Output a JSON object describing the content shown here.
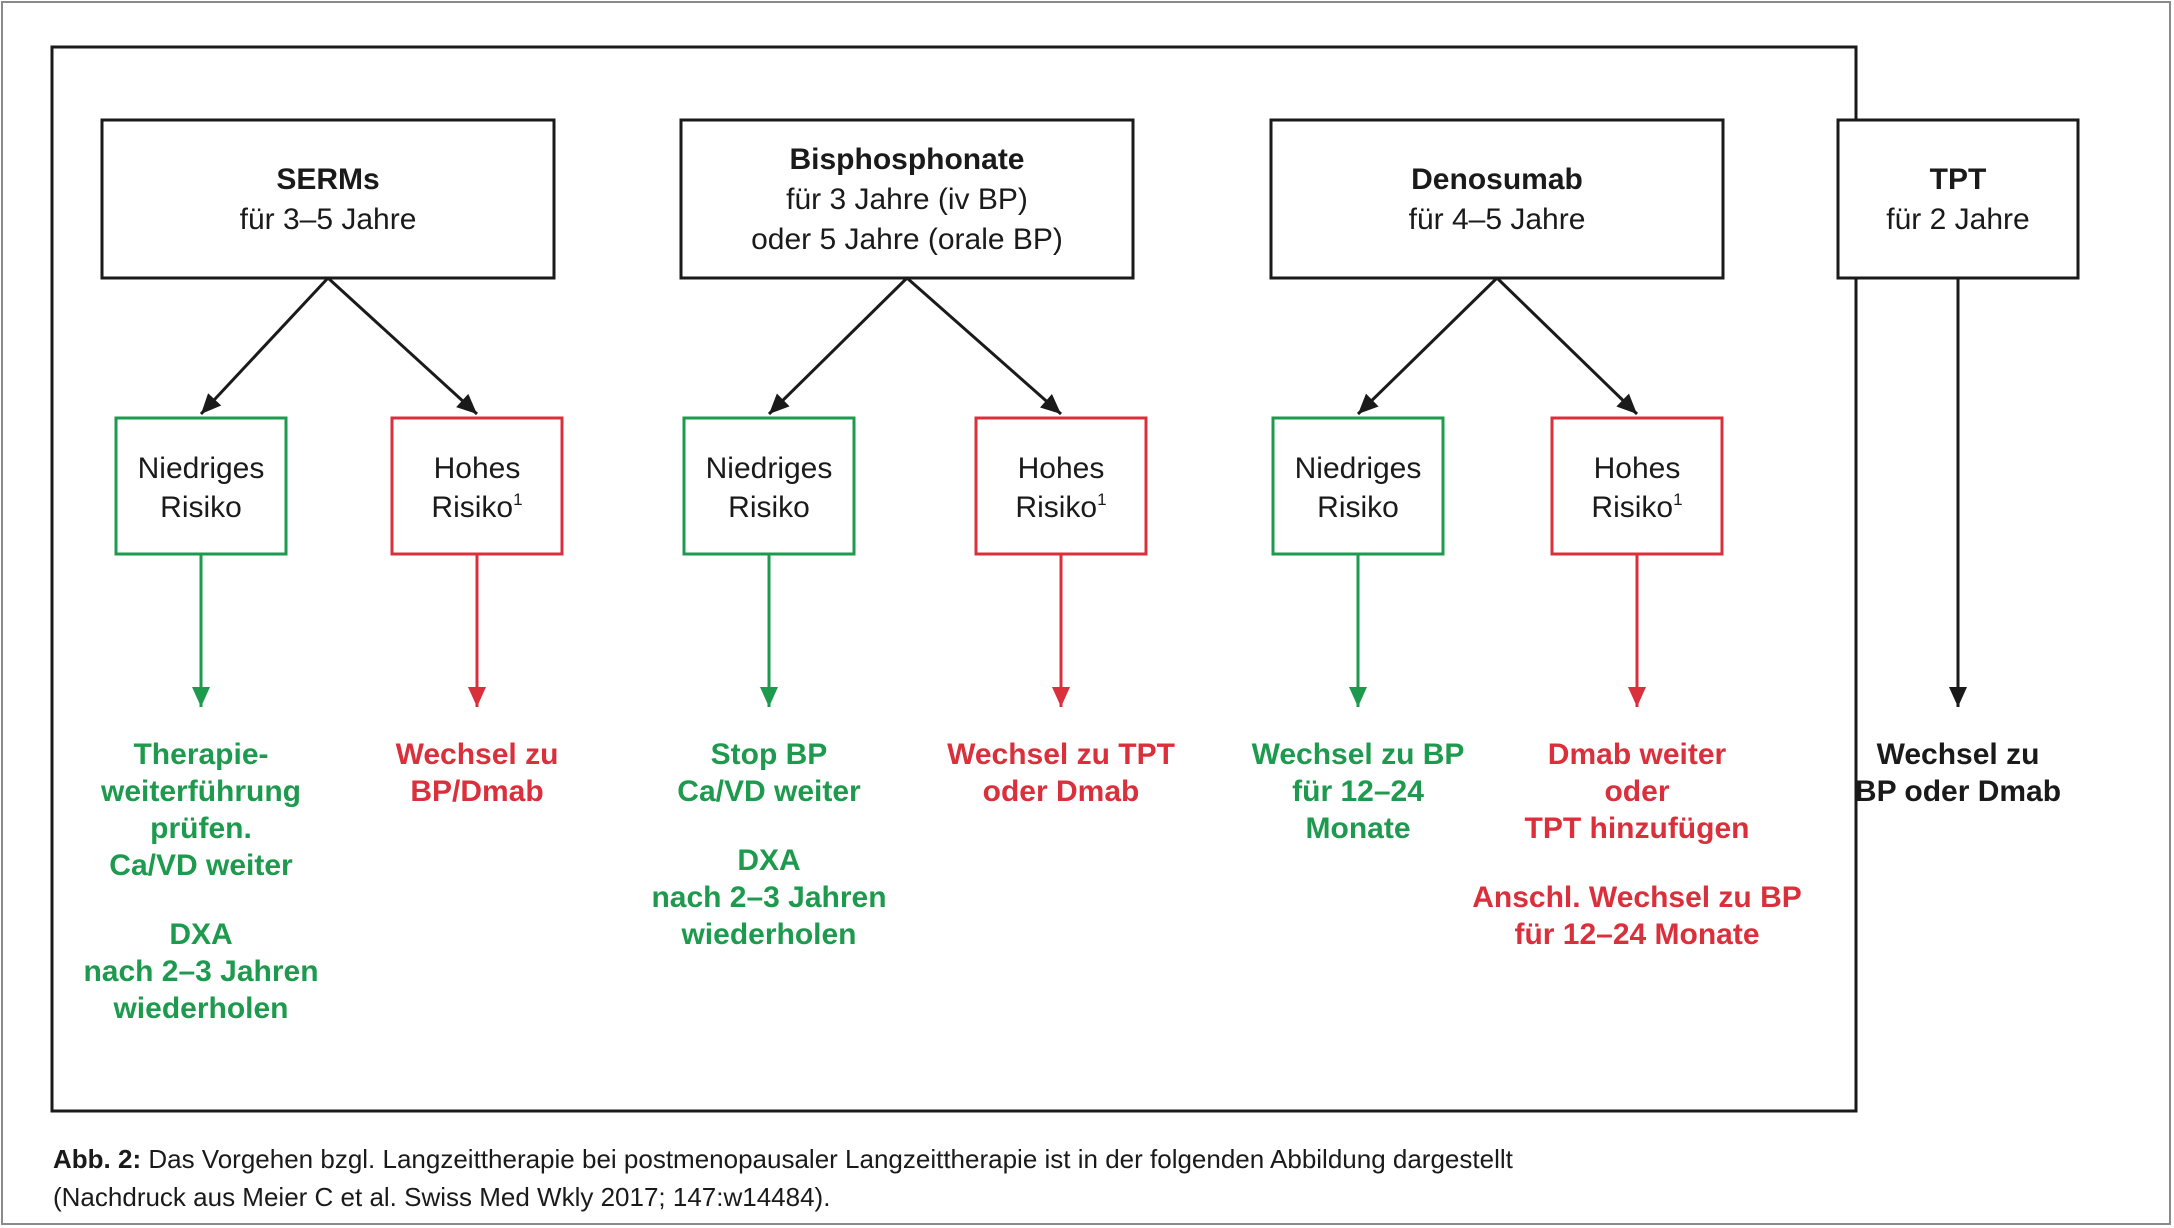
{
  "columns": [
    {
      "id": "serms",
      "title": "SERMs",
      "subtitle_lines": [
        "für 3–5 Jahre"
      ],
      "branches": [
        {
          "risk": "low",
          "label_lines": [
            "Niedriges",
            "Risiko"
          ],
          "outcome_blocks": [
            [
              "Therapie-",
              "weiterführung",
              "prüfen.",
              "Ca/VD weiter"
            ],
            [
              "DXA",
              "nach 2–3 Jahren",
              "wiederholen"
            ]
          ]
        },
        {
          "risk": "high",
          "label_lines": [
            "Hohes",
            "Risiko"
          ],
          "footnote": "1",
          "outcome_blocks": [
            [
              "Wechsel zu",
              "BP/Dmab"
            ]
          ]
        }
      ]
    },
    {
      "id": "bisphosphonate",
      "title": "Bisphosphonate",
      "subtitle_lines": [
        "für 3 Jahre (iv BP)",
        "oder 5 Jahre (orale BP)"
      ],
      "branches": [
        {
          "risk": "low",
          "label_lines": [
            "Niedriges",
            "Risiko"
          ],
          "outcome_blocks": [
            [
              "Stop BP",
              "Ca/VD weiter"
            ],
            [
              "DXA",
              "nach 2–3 Jahren",
              "wiederholen"
            ]
          ]
        },
        {
          "risk": "high",
          "label_lines": [
            "Hohes",
            "Risiko"
          ],
          "footnote": "1",
          "outcome_blocks": [
            [
              "Wechsel zu TPT",
              "oder Dmab"
            ]
          ]
        }
      ]
    },
    {
      "id": "denosumab",
      "title": "Denosumab",
      "subtitle_lines": [
        "für 4–5 Jahre"
      ],
      "branches": [
        {
          "risk": "low",
          "label_lines": [
            "Niedriges",
            "Risiko"
          ],
          "outcome_blocks": [
            [
              "Wechsel zu BP",
              "für 12–24",
              "Monate"
            ]
          ]
        },
        {
          "risk": "high",
          "label_lines": [
            "Hohes",
            "Risiko"
          ],
          "footnote": "1",
          "outcome_blocks": [
            [
              "Dmab weiter",
              "oder",
              "TPT hinzufügen"
            ],
            [
              "Anschl. Wechsel zu BP",
              "für 12–24 Monate"
            ]
          ]
        }
      ]
    },
    {
      "id": "tpt",
      "title": "TPT",
      "subtitle_lines": [
        "für 2 Jahre"
      ],
      "outcome_blocks": [
        [
          "Wechsel zu",
          "BP oder Dmab"
        ]
      ]
    }
  ],
  "caption": {
    "label": "Abb. 2:",
    "line1": "Das Vorgehen bzgl. Langzeittherapie bei postmenopausaler Langzeittherapie ist in der folgenden Abbildung dargestellt",
    "line2": "(Nachdruck aus Meier C et al. Swiss Med Wkly 2017; 147:w14484)."
  },
  "colors": {
    "low_risk": "#1e9a4e",
    "high_risk": "#d9303c",
    "neutral": "#1a1a1a"
  }
}
